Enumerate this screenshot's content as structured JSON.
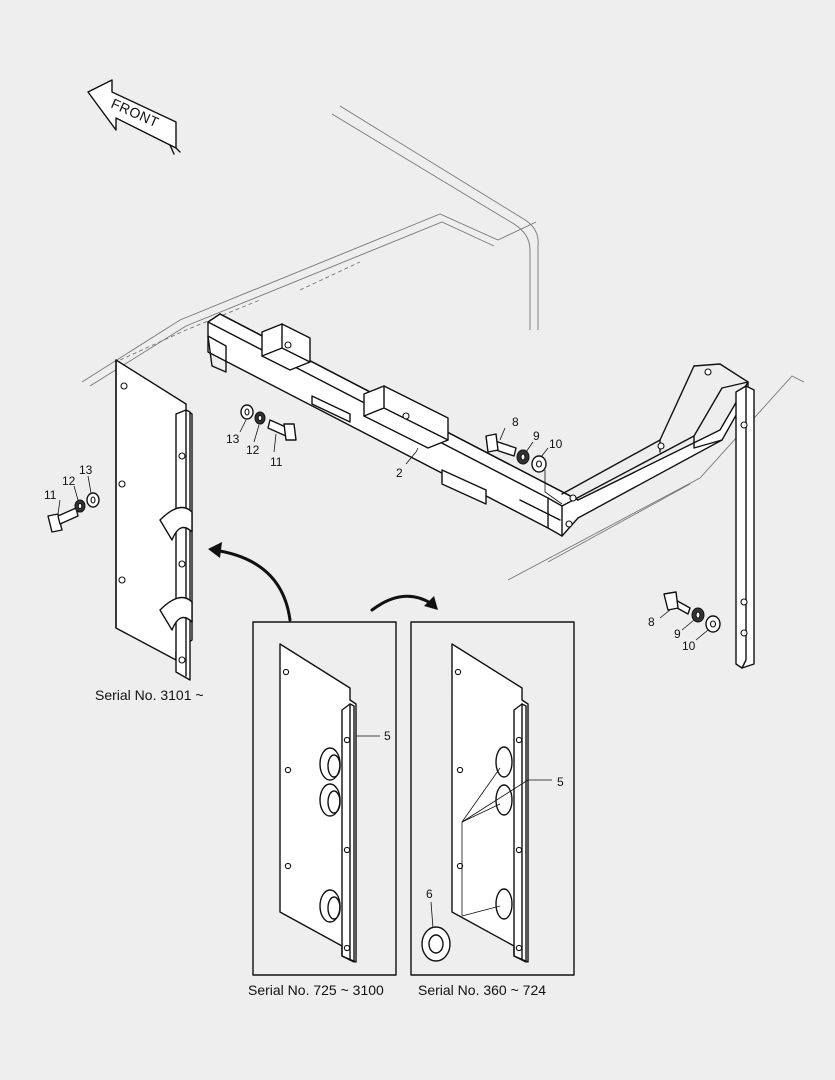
{
  "front_label": "FRONT",
  "callouts": {
    "p2": "2",
    "p5_left_inset": "5",
    "p5_right_inset": "5",
    "p6": "6",
    "p8_top": "8",
    "p9_top": "9",
    "p10_top": "10",
    "p8_bottom": "8",
    "p9_bottom": "9",
    "p10_bottom": "10",
    "p11_mid": "11",
    "p12_mid": "12",
    "p13_mid": "13",
    "p11_left": "11",
    "p12_left": "12",
    "p13_left": "13"
  },
  "captions": {
    "main": "Serial No. 3101 ~",
    "inset_left": "Serial No. 725 ~ 3100",
    "inset_right": "Serial No. 360 ~ 724"
  }
}
